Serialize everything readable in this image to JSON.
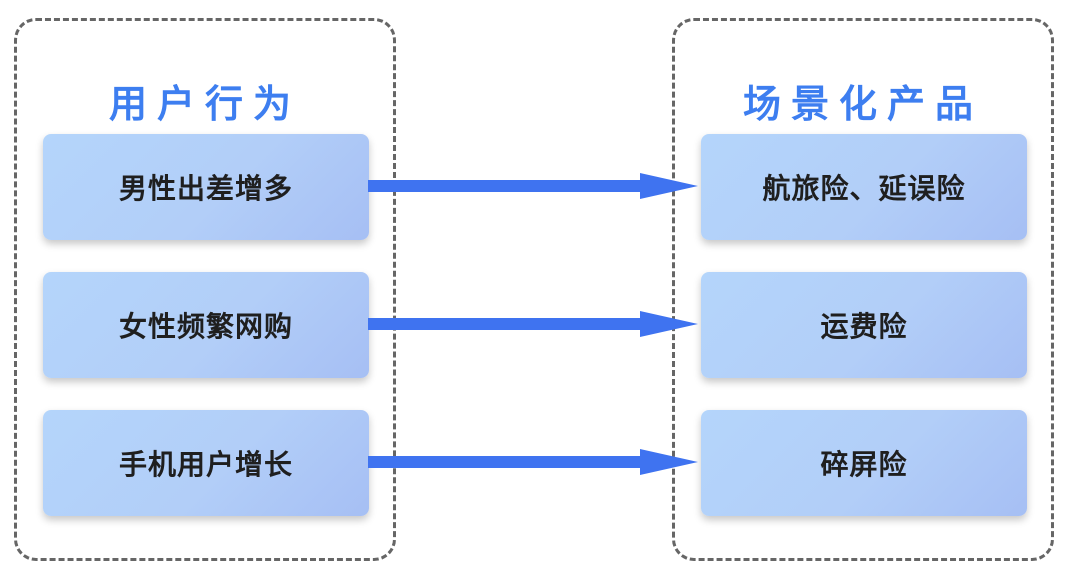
{
  "left_group": {
    "title": "用户行为",
    "items": [
      "男性出差增多",
      "女性频繁网购",
      "手机用户增长"
    ]
  },
  "right_group": {
    "title": "场景化产品",
    "items": [
      "航旅险、延误险",
      "运费险",
      "碎屏险"
    ]
  },
  "colors": {
    "title": "#3d7ef0",
    "arrow": "#3f73f0",
    "border": "#666666"
  }
}
